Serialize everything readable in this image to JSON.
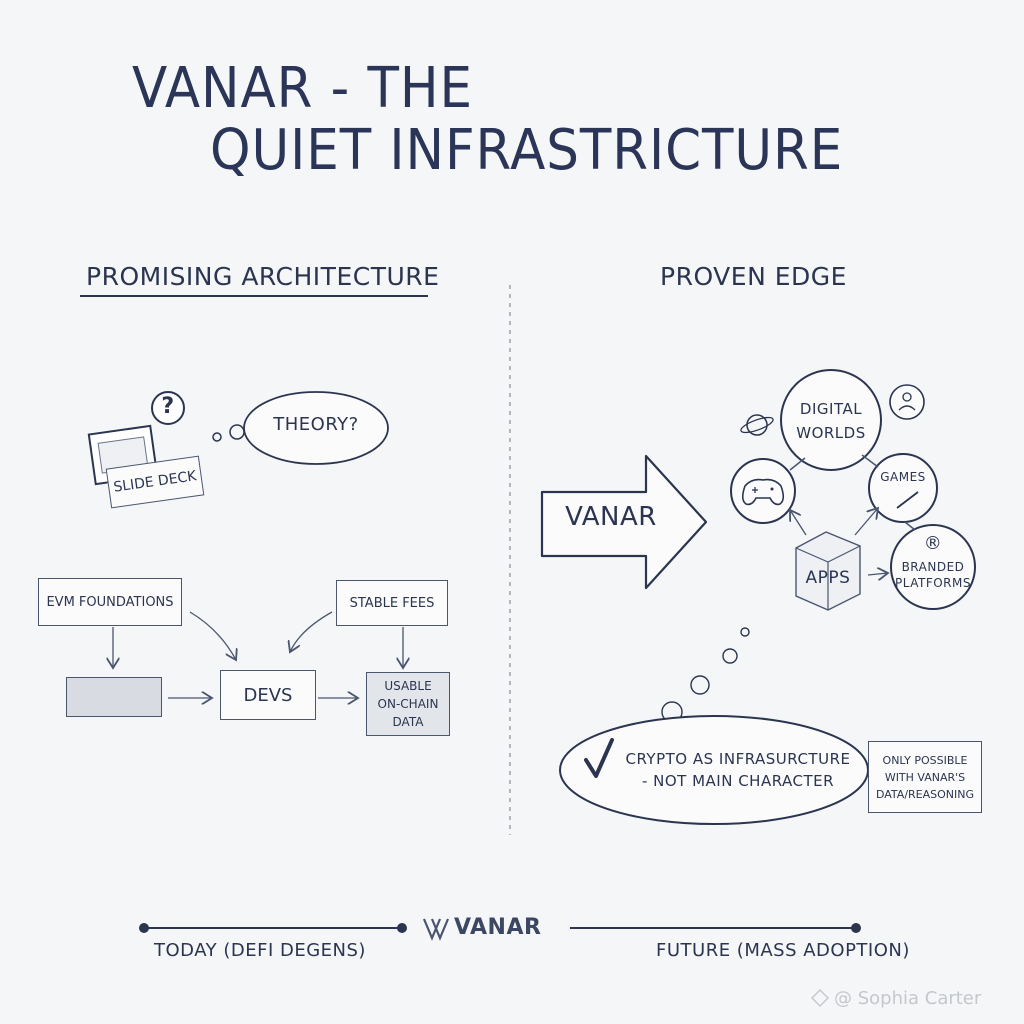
{
  "title": {
    "line1": "VANAR - THE",
    "line2": "QUIET INFRASTRICTURE"
  },
  "left": {
    "heading": "PROMISING ARCHITECTURE",
    "slide_deck": "SLIDE DECK",
    "question_mark": "?",
    "thought": "THEORY?",
    "evm": "EVM FOUNDATIONS",
    "stable_fees": "STABLE FEES",
    "devs": "DEVS",
    "usable_data": [
      "USABLE",
      "ON-CHAIN",
      "DATA"
    ]
  },
  "right": {
    "heading": "PROVEN EDGE",
    "arrow_label": "VANAR",
    "digital_worlds": [
      "DIGITAL",
      "WORLDS"
    ],
    "games": "GAMES",
    "branded": [
      "BRANDED",
      "PLATFORMS"
    ],
    "registered_mark": "®",
    "apps": "APPS",
    "crypto": [
      "CRYPTO AS INFRASURCTURE",
      "- NOT MAIN CHARACTER"
    ],
    "note": [
      "ONLY POSSIBLE",
      "WITH VANAR'S",
      "DATA/REASONING"
    ]
  },
  "timeline": {
    "today": "TODAY (DEFI DEGENS)",
    "logo": "VANAR",
    "future": "FUTURE (MASS ADOPTION)"
  },
  "watermark": "@ Sophia Carter",
  "colors": {
    "ink": "#2b3550",
    "paper": "#f5f6f7",
    "box_fill": "#d8dbe1"
  },
  "icons": [
    "question-icon",
    "planet-icon",
    "people-icon",
    "gamepad-icon",
    "sword-icon",
    "cube-icon",
    "checkmark-icon",
    "vanar-logo-icon",
    "camera-icon"
  ]
}
